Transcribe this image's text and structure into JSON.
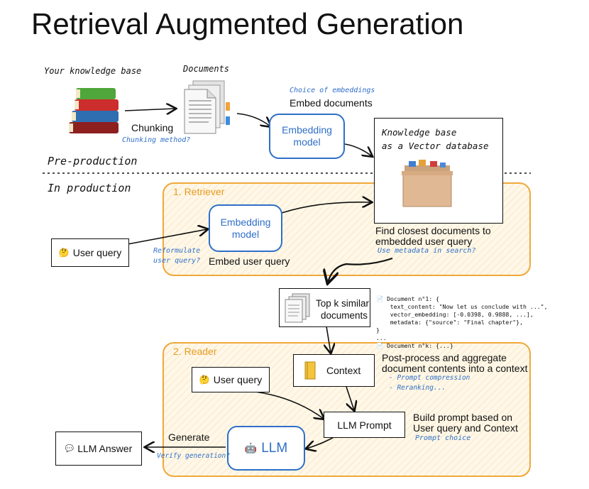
{
  "title": "Retrieval Augmented Generation",
  "stages": {
    "pre_production": "Pre-production",
    "in_production": "In production"
  },
  "knowledge_base": {
    "label": "Your knowledge base",
    "documents_label": "Documents",
    "chunking": "Chunking",
    "chunking_method": "Chunking method?",
    "choice_of_embeddings": "Choice of embeddings",
    "embed_documents": "Embed documents",
    "embedding_model": [
      "Embedding",
      "model"
    ],
    "vector_db": [
      "Knowledge base",
      "as a Vector database"
    ]
  },
  "retriever": {
    "label": "1. Retriever",
    "user_query": "User query",
    "reformulate": [
      "Reformulate",
      "user query?"
    ],
    "embedding_model": [
      "Embedding",
      "model"
    ],
    "embed_user_query": "Embed user query",
    "find_closest": [
      "Find closest documents to",
      "embedded user query"
    ],
    "use_metadata": "Use metadata in search?",
    "top_k": [
      "Top k similar",
      "documents"
    ],
    "code_lines": [
      "📄 Document n°1: {",
      "    text_content: \"Now let us conclude with ...\",",
      "    vector_embedding: [-0.0398, 0.9888, ...],",
      "    metadata: {\"source\": \"Final chapter\"},",
      "}",
      "...",
      "📄 Document n°k: {...}"
    ]
  },
  "reader": {
    "label": "2. Reader",
    "user_query": "User query",
    "context": "Context",
    "post_process": [
      "Post-process and aggregate",
      "document contents into a context"
    ],
    "prompt_compression": "- Prompt compression",
    "reranking": "- Reranking...",
    "llm_prompt": "LLM Prompt",
    "build_prompt": [
      "Build prompt based on",
      "User query and Context"
    ],
    "prompt_choice": "Prompt choice",
    "llm": "LLM",
    "generate": "Generate",
    "verify": "Verify generation?",
    "llm_answer": "LLM Answer"
  },
  "colors": {
    "accent_blue": "#2f6fc8",
    "panel_orange": "#f0a83a"
  }
}
